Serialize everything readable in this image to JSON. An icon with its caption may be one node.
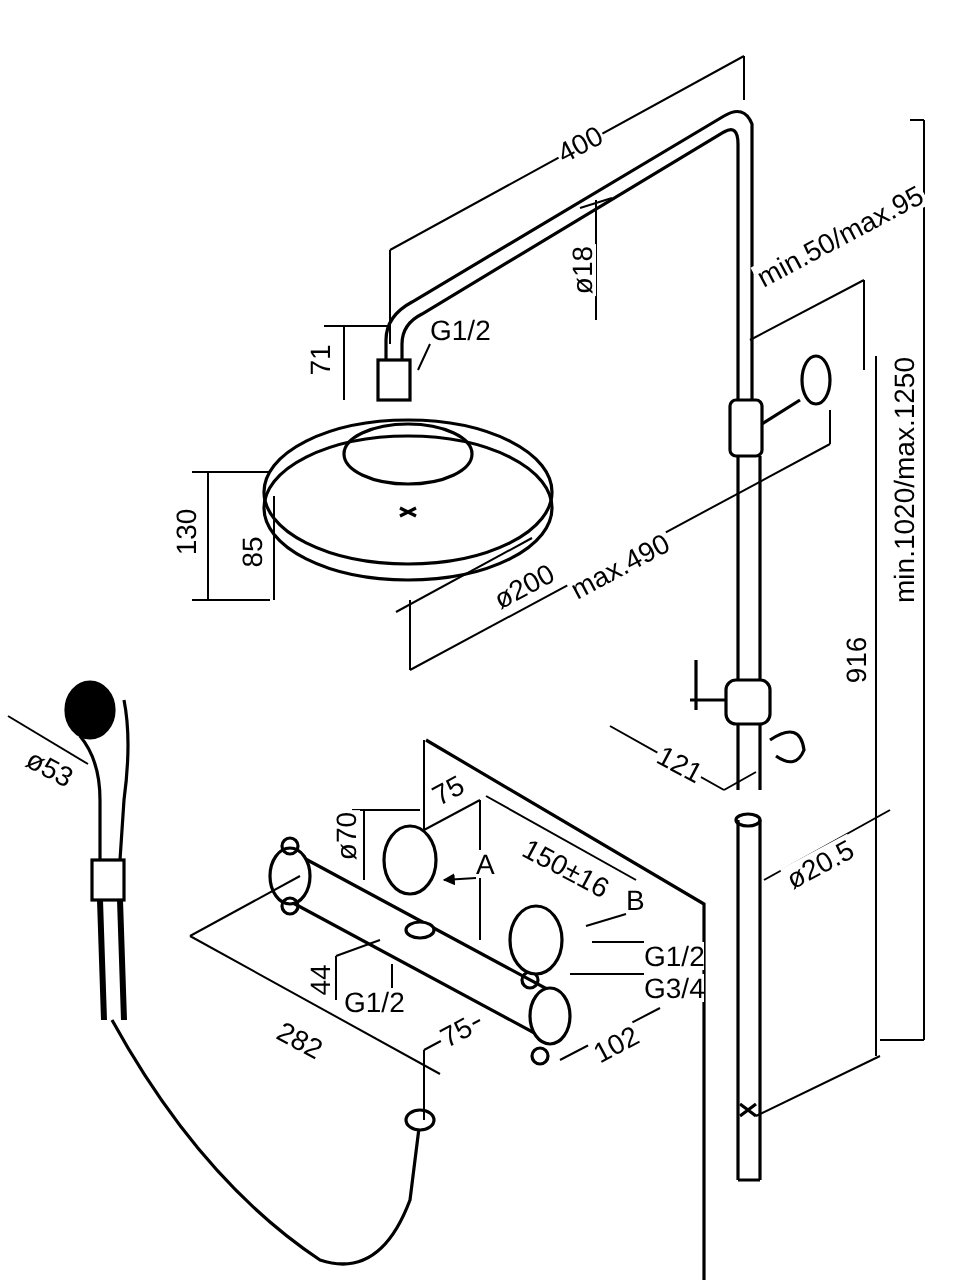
{
  "diagram": {
    "nodes": [
      {
        "text": [
          "G1/2"
        ]
      },
      {
        "text": [
          "A"
        ]
      },
      {
        "text": [
          "B"
        ]
      },
      {
        "text": [
          "G1/2"
        ]
      },
      {
        "text": [
          "G3/4"
        ]
      },
      {
        "text": [
          "G1/2"
        ]
      }
    ],
    "edges": [
      {
        "from": 0,
        "to": null,
        "arrow": "none"
      },
      {
        "from": 1,
        "to": null,
        "arrow": "to"
      },
      {
        "from": 2,
        "to": null,
        "arrow": "none"
      },
      {
        "from": 3,
        "to": null,
        "arrow": "none"
      },
      {
        "from": 4,
        "to": null,
        "arrow": "none"
      },
      {
        "from": 5,
        "to": null,
        "arrow": "none"
      }
    ],
    "labels": [
      "400",
      "ø18",
      "min.50/max.95",
      "71",
      "130",
      "85",
      "ø200",
      "max.490",
      "min.1020/max.1250",
      "916",
      "ø53",
      "121",
      "ø70",
      "75",
      "150±16",
      "ø20.5",
      "44",
      "282",
      "75",
      "102"
    ]
  }
}
